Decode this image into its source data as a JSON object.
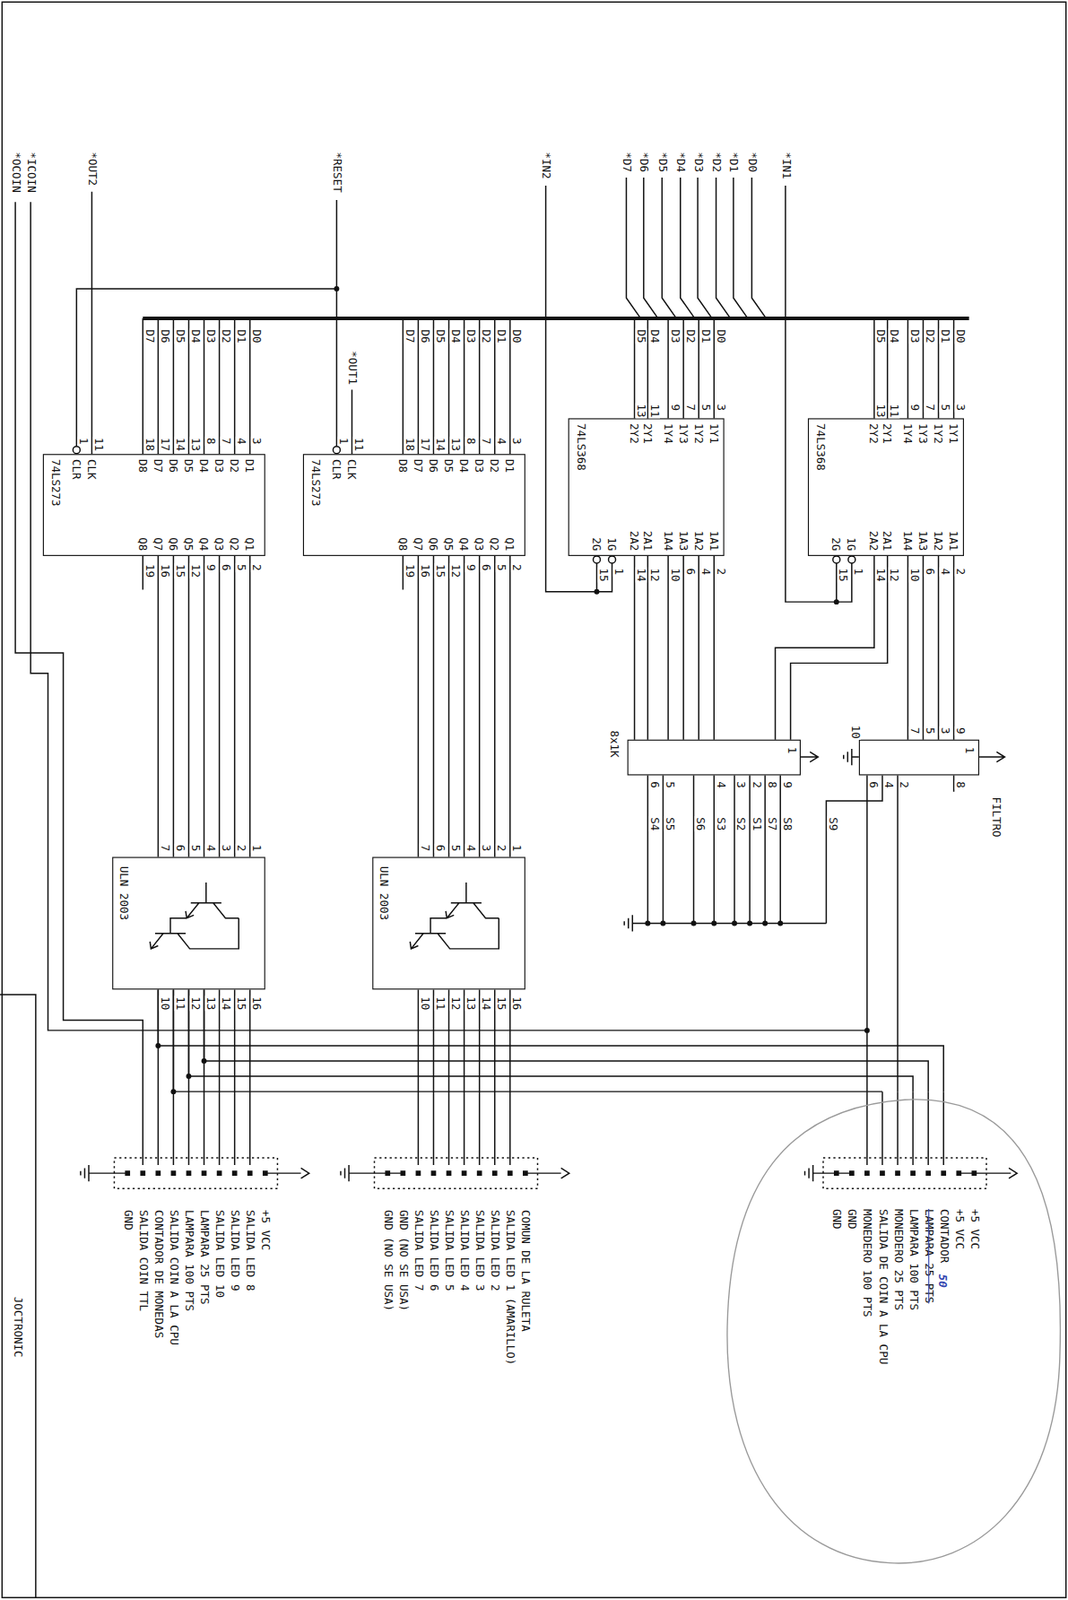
{
  "diagram": {
    "nodes": [
      {
        "text": [
          "1Y1",
          "1Y2",
          "1Y3",
          "1Y4",
          "2Y1",
          "2Y2",
          "1A1",
          "1A2",
          "1A3",
          "1A4",
          "2A1",
          "2A2",
          "1G",
          "2G",
          "74LS368"
        ]
      },
      {
        "text": [
          "1Y1",
          "1Y2",
          "1Y3",
          "1Y4",
          "2Y1",
          "2Y2",
          "1A1",
          "1A2",
          "1A3",
          "1A4",
          "2A1",
          "2A2",
          "1G",
          "2G",
          "74LS368"
        ]
      },
      {
        "text": [
          "D1",
          "D2",
          "D3",
          "D4",
          "D5",
          "D6",
          "D7",
          "D8",
          "CLK",
          "CLR",
          "Q1",
          "Q2",
          "Q3",
          "Q4",
          "Q5",
          "Q6",
          "Q7",
          "Q8",
          "74LS273"
        ]
      },
      {
        "text": [
          "D1",
          "D2",
          "D3",
          "D4",
          "D5",
          "D6",
          "D7",
          "D8",
          "CLK",
          "CLR",
          "Q1",
          "Q2",
          "Q3",
          "Q4",
          "Q5",
          "Q6",
          "Q7",
          "Q8",
          "74LS273"
        ]
      },
      {
        "text": [
          "FILTRO"
        ]
      },
      {
        "text": [
          "8x1K"
        ]
      },
      {
        "text": [
          "ULN 2003"
        ]
      },
      {
        "text": [
          "ULN 2003"
        ]
      },
      {
        "text": [
          "+5 VCC",
          "+5 VCC",
          "CONTADOR",
          "LAMPARA 25 PTS",
          "LAMPARA 100 PTS",
          "MONEDERO 25 PTS",
          "SALIDA DE COIN A LA CPU",
          "MONEDERO 100 PTS",
          "GND",
          "GND"
        ]
      }
    ],
    "edges": [
      {
        "from": 4,
        "to": 0,
        "arrow": "none"
      },
      {
        "from": 5,
        "to": 0,
        "arrow": "none"
      },
      {
        "from": 5,
        "to": 1,
        "arrow": "none"
      },
      {
        "from": 2,
        "to": 6,
        "arrow": "none"
      },
      {
        "from": 3,
        "to": 7,
        "arrow": "none"
      },
      {
        "from": 7,
        "to": 8,
        "arrow": "none"
      },
      {
        "from": 4,
        "to": 8,
        "arrow": "none"
      }
    ],
    "labels": [
      "*IN1",
      "*D0",
      "*D1",
      "*D2",
      "*D3",
      "*D4",
      "*D5",
      "*D6",
      "*D7",
      "*IN2",
      "*RESET",
      "*OUT1",
      "*OUT2",
      "*ICOIN",
      "*OCOIN",
      "D0",
      "D1",
      "D2",
      "D3",
      "D4",
      "D5",
      "3",
      "5",
      "7",
      "9",
      "11",
      "13",
      "2",
      "4",
      "6",
      "10",
      "12",
      "14",
      "1",
      "15",
      "D0",
      "D1",
      "D2",
      "D3",
      "D4",
      "D5",
      "3",
      "5",
      "7",
      "9",
      "11",
      "13",
      "2",
      "4",
      "6",
      "10",
      "12",
      "14",
      "1",
      "15",
      "D0",
      "D1",
      "D2",
      "D3",
      "D4",
      "D5",
      "D6",
      "D7",
      "3",
      "4",
      "7",
      "8",
      "13",
      "14",
      "17",
      "18",
      "11",
      "1",
      "2",
      "5",
      "6",
      "9",
      "12",
      "15",
      "16",
      "19",
      "D0",
      "D1",
      "D2",
      "D3",
      "D4",
      "D5",
      "D6",
      "D7",
      "3",
      "4",
      "7",
      "8",
      "13",
      "14",
      "17",
      "18",
      "11",
      "1",
      "2",
      "5",
      "6",
      "9",
      "12",
      "15",
      "16",
      "19",
      "1",
      "9",
      "3",
      "5",
      "7",
      "8",
      "2",
      "4",
      "6",
      "10",
      "1",
      "9",
      "8",
      "2",
      "3",
      "4",
      "5",
      "6",
      "S9",
      "S8",
      "S7",
      "S1",
      "S2",
      "S3",
      "S6",
      "S5",
      "S4",
      "1",
      "2",
      "3",
      "4",
      "5",
      "6",
      "7",
      "16",
      "15",
      "14",
      "13",
      "12",
      "11",
      "10",
      "1",
      "2",
      "3",
      "4",
      "5",
      "6",
      "7",
      "16",
      "15",
      "14",
      "13",
      "12",
      "11",
      "10",
      "COMUN DE LA RULETA",
      "SALIDA LED 1 (AMARILLO)",
      "SALIDA LED 2",
      "SALIDA LED 3",
      "SALIDA LED 4",
      "SALIDA LED 5",
      "SALIDA LED 6",
      "SALIDA LED 7",
      "GND (NO SE USA)",
      "GND (NO SE USA)",
      "+5 VCC",
      "SALIDA LED 8",
      "SALIDA LED 9",
      "SALIDA LED 10",
      "LAMPARA 25 PTS",
      "LAMPARA 100 PTS",
      "SALIDA COIN A LA CPU",
      "CONTADOR DE MONEDAS",
      "SALIDA COIN TTL",
      "GND",
      "50",
      "JOCTRONIC"
    ]
  }
}
